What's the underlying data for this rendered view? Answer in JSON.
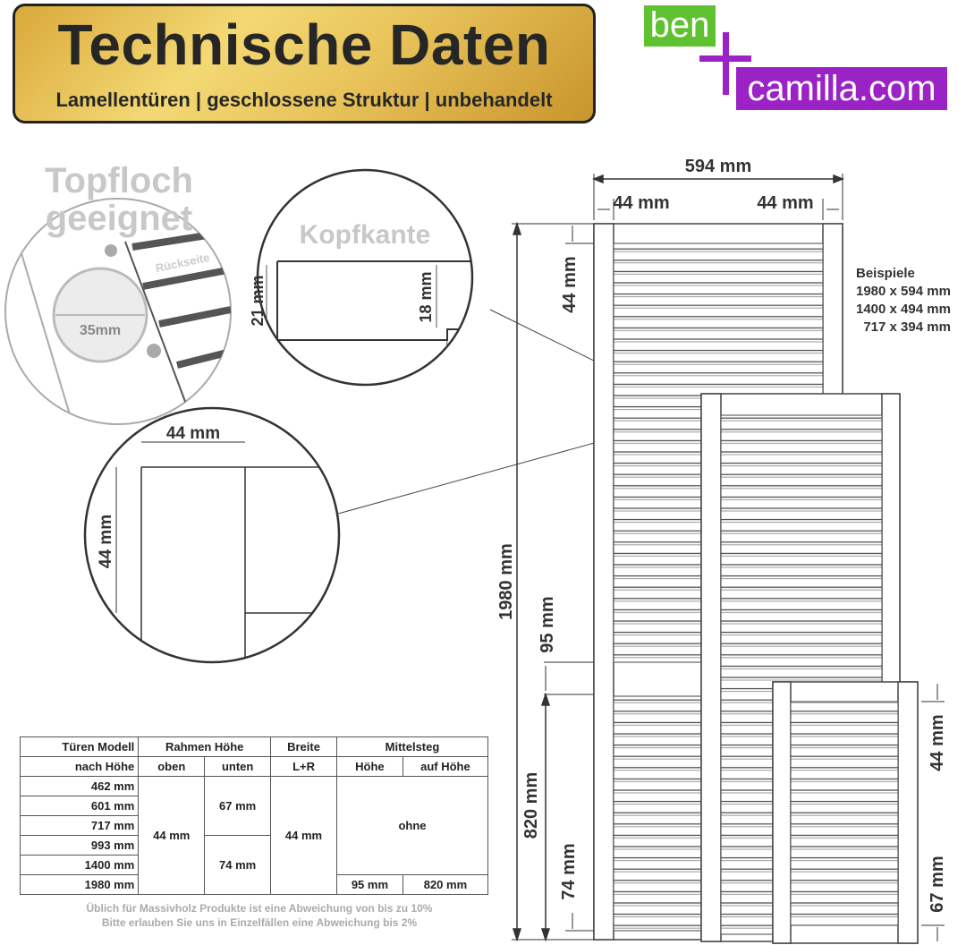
{
  "banner": {
    "title": "Technische Daten",
    "subtitle": "Lamellentüren | geschlossene Struktur | unbehandelt"
  },
  "logo": {
    "part1": "ben",
    "part2": "camilla.com"
  },
  "detail_topfloch": {
    "heading_line1": "Topfloch",
    "heading_line2": "geeignet",
    "back_label": "Rückseite",
    "hole_label": "35mm"
  },
  "detail_kopfkante": {
    "heading": "Kopfkante",
    "height_total": "21 mm",
    "height_step": "18 mm"
  },
  "detail_frame": {
    "width": "44 mm",
    "height": "44 mm"
  },
  "dimensions": {
    "width_total": "594 mm",
    "frame_left": "44 mm",
    "frame_right": "44 mm",
    "top_rail": "44 mm",
    "total_height": "1980 mm",
    "mid_rail": "95 mm",
    "mid_rail_position": "820 mm",
    "bottom_rail_large": "74 mm",
    "small_top_rail": "44 mm",
    "small_bottom_rail": "67 mm"
  },
  "examples": {
    "title": "Beispiele",
    "items": [
      "1980 x 594 mm",
      "1400 x 494 mm",
      "717 x 394 mm"
    ]
  },
  "table": {
    "h_model": "Türen Modell",
    "h_model2": "nach Höhe",
    "h_frame": "Rahmen Höhe",
    "h_top": "oben",
    "h_bottom": "unten",
    "h_width": "Breite",
    "h_width2": "L+R",
    "h_mid": "Mittelsteg",
    "h_mid_h": "Höhe",
    "h_mid_at": "auf Höhe",
    "models": [
      "462 mm",
      "601 mm",
      "717 mm",
      "993 mm",
      "1400 mm",
      "1980 mm"
    ],
    "top_value": "44 mm",
    "bottom_small": "67 mm",
    "bottom_large": "74 mm",
    "width_value": "44 mm",
    "mid_none": "ohne",
    "mid_height": "95 mm",
    "mid_at": "820 mm"
  },
  "footnote": {
    "line1": "Üblich für Massivholz Produkte ist eine Abweichung von bis zu 10%",
    "line2": "Bitte erlauben Sie uns in Einzelfällen eine Abweichung bis 2%"
  }
}
